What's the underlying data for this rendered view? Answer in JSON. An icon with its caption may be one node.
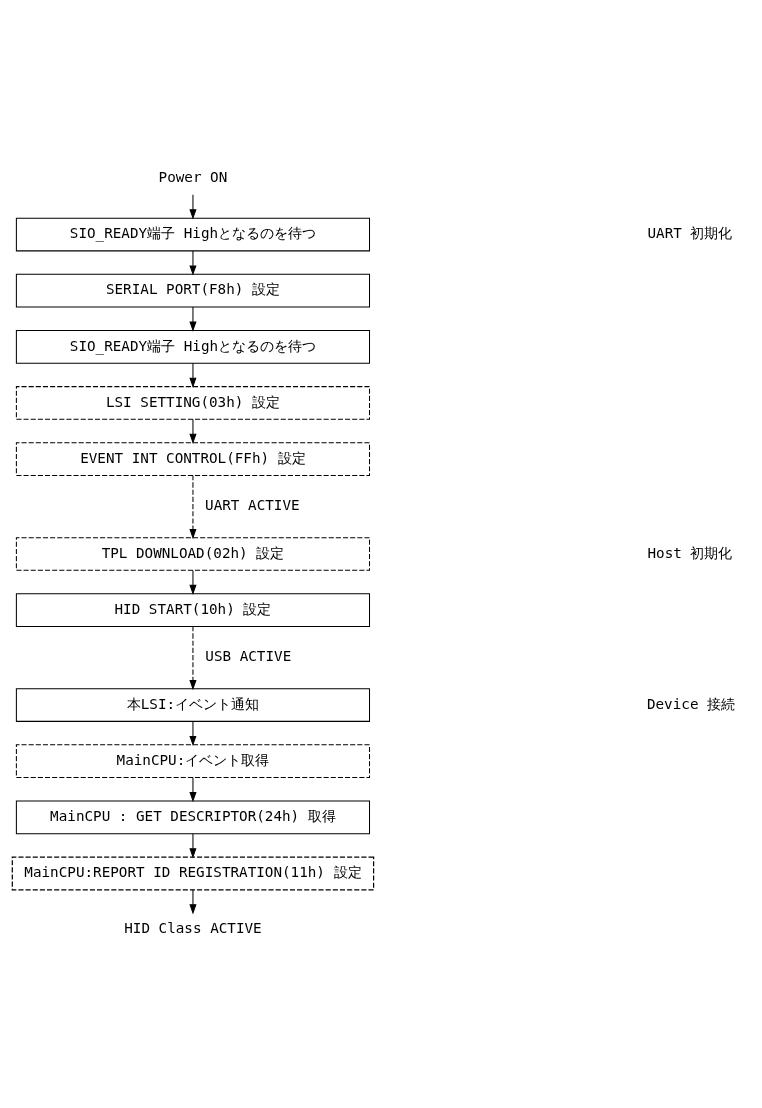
{
  "diagram": {
    "nodes": [
      {
        "text": [
          "Power ON"
        ]
      },
      {
        "text": [
          "SIO_READY端子 Highとなるのを待つ"
        ]
      },
      {
        "text": [
          "SERIAL PORT(F8h) 設定"
        ]
      },
      {
        "text": [
          "SIO_READY端子 Highとなるのを待つ"
        ]
      },
      {
        "text": [
          "LSI SETTING(03h) 設定"
        ]
      },
      {
        "text": [
          "EVENT INT CONTROL(FFh) 設定"
        ]
      },
      {
        "text": [
          "TPL DOWNLOAD(02h) 設定"
        ]
      },
      {
        "text": [
          "HID START(10h) 設定"
        ]
      },
      {
        "text": [
          "本LSI:イベント通知"
        ]
      },
      {
        "text": [
          "MainCPU:イベント取得"
        ]
      },
      {
        "text": [
          "MainCPU : GET DESCRIPTOR(24h) 取得"
        ]
      },
      {
        "text": [
          "MainCPU:REPORT ID REGISTRATION(11h) 設定"
        ]
      },
      {
        "text": [
          "HID Class ACTIVE"
        ]
      }
    ],
    "edges": [
      {
        "from": 0,
        "to": 1,
        "arrow": "to"
      },
      {
        "from": 1,
        "to": 2,
        "arrow": "to"
      },
      {
        "from": 2,
        "to": 3,
        "arrow": "to"
      },
      {
        "from": 3,
        "to": 4,
        "arrow": "to"
      },
      {
        "from": 4,
        "to": 5,
        "arrow": "to"
      },
      {
        "from": 5,
        "to": 6,
        "arrow": "to",
        "label": "UART ACTIVE",
        "style": "dashed"
      },
      {
        "from": 6,
        "to": 7,
        "arrow": "to"
      },
      {
        "from": 7,
        "to": 8,
        "arrow": "to",
        "label": "USB ACTIVE",
        "style": "dashed"
      },
      {
        "from": 8,
        "to": 9,
        "arrow": "to"
      },
      {
        "from": 9,
        "to": 10,
        "arrow": "to"
      },
      {
        "from": 10,
        "to": 11,
        "arrow": "to"
      },
      {
        "from": 11,
        "to": 12,
        "arrow": "to"
      }
    ],
    "labels": [
      "UART 初期化",
      "Host 初期化",
      "Device 接続"
    ]
  }
}
